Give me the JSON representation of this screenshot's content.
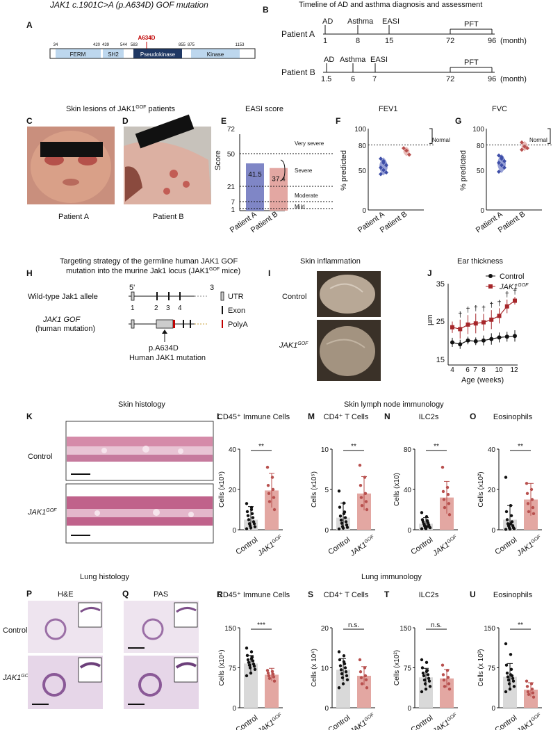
{
  "panels": {
    "A": {
      "label": "A",
      "title": "JAK1 c.1901C>A (p.A634D) GOF mutation",
      "ticks": [
        "34",
        "420",
        "439",
        "544",
        "583",
        "855",
        "875",
        "1153"
      ],
      "domains": [
        "FERM",
        "SH2",
        "Pseudokinase",
        "Kinase"
      ],
      "mutation": "A634D"
    },
    "B": {
      "label": "B",
      "title": "Timeline of AD and asthma diagnosis and assessment",
      "patient_a": "Patient A",
      "patient_b": "Patient B",
      "events_a": [
        "AD",
        "Asthma",
        "EASI",
        "PFT"
      ],
      "times_a": [
        "1",
        "8",
        "15",
        "72",
        "96",
        "(month)"
      ],
      "events_b": [
        "AD",
        "Asthma",
        "EASI",
        "PFT"
      ],
      "times_b": [
        "1.5",
        "6",
        "7",
        "72",
        "96",
        "(month)"
      ]
    },
    "CD": {
      "title": "Skin lesions of JAK1",
      "sup": "GOF",
      "title_end": " patients",
      "label_c": "C",
      "label_d": "D",
      "cap_c": "Patient A",
      "cap_d": "Patient B"
    },
    "E": {
      "label": "E",
      "title": "EASI score",
      "ylabel": "Score",
      "yticks": [
        "72",
        "50",
        "21",
        "7",
        "1"
      ],
      "cats": [
        "Patient A",
        "Patient B"
      ],
      "bands": [
        "Very severe",
        "Severe",
        "Moderate",
        "Mild"
      ]
    },
    "F": {
      "label": "F",
      "title": "FEV1",
      "ylabel": "% predicted",
      "yticks": [
        "100",
        "80",
        "50",
        "0"
      ],
      "cats": [
        "Patient A",
        "Patient B"
      ],
      "normal": "Normal"
    },
    "G": {
      "label": "G",
      "title": "FVC",
      "ylabel": "% predicted",
      "yticks": [
        "100",
        "80",
        "50",
        "0"
      ],
      "cats": [
        "Patient A",
        "Patient B"
      ],
      "normal": "Normal"
    },
    "H": {
      "label": "H",
      "title1": "Targeting strategy of the germline human JAK1 GOF",
      "title2": "mutation into the murine Jak1 locus (JAK1",
      "title2_sup": "GOF",
      "title2_end": " mice)",
      "wt": "Wild-type Jak1 allele",
      "gof1": "JAK1 GOF",
      "gof2": "(human mutation)",
      "five": "5'",
      "three": "3",
      "exons": [
        "1",
        "2",
        "3",
        "4"
      ],
      "mut1": "p.A634D",
      "mut2": "Human JAK1 mutation",
      "legend": [
        "UTR",
        "Exon",
        "PolyA"
      ]
    },
    "I": {
      "label": "I",
      "title": "Skin inflammation",
      "control": "Control",
      "gof": "JAK1",
      "gof_sup": "GOF"
    },
    "J": {
      "label": "J",
      "title": "Ear thickness",
      "ylabel": "µm",
      "xlabel": "Age (weeks)",
      "yticks": [
        "35",
        "25",
        "15"
      ],
      "xticks": [
        "4",
        "6",
        "7",
        "8",
        "10",
        "12"
      ],
      "legend_control": "Control",
      "legend_gof": "JAK1",
      "legend_gof_sup": "GOF",
      "sig": "†"
    },
    "K": {
      "label": "K",
      "title": "Skin histology",
      "control": "Control",
      "gof": "JAK1",
      "gof_sup": "GOF"
    },
    "LO": {
      "title": "Skin lymph node immunology"
    },
    "PQ": {
      "title": "Lung histology",
      "label_p": "P",
      "label_q": "Q",
      "sub_p": "H&E",
      "sub_q": "PAS",
      "control": "Control",
      "gof": "JAK1",
      "gof_sup": "GOF"
    },
    "RU": {
      "title": "Lung immunology"
    }
  },
  "chart_data": [
    {
      "panel": "E",
      "type": "bar",
      "categories": [
        "Patient A",
        "Patient B"
      ],
      "values": [
        41.5,
        37.4
      ],
      "ylim": [
        0,
        72
      ],
      "thresholds": [
        1,
        7,
        21,
        50
      ],
      "colors": [
        "#7f86c6",
        "#e3a7a2"
      ]
    },
    {
      "panel": "F",
      "type": "scatter",
      "title": "FEV1",
      "series": [
        {
          "name": "Patient A",
          "values": [
            63,
            58,
            55,
            52,
            49,
            46,
            44,
            60
          ]
        },
        {
          "name": "Patient B",
          "values": [
            76,
            73,
            68
          ]
        }
      ],
      "ylim": [
        0,
        100
      ],
      "normal_threshold": 80
    },
    {
      "panel": "G",
      "type": "scatter",
      "title": "FVC",
      "series": [
        {
          "name": "Patient A",
          "values": [
            67,
            63,
            60,
            58,
            55,
            52,
            47,
            65
          ]
        },
        {
          "name": "Patient B",
          "values": [
            83,
            78,
            76,
            74
          ]
        }
      ],
      "ylim": [
        0,
        100
      ],
      "normal_threshold": 80
    },
    {
      "panel": "J",
      "type": "line",
      "title": "Ear thickness",
      "x": [
        4,
        5,
        6,
        7,
        8,
        9,
        10,
        11,
        12
      ],
      "series": [
        {
          "name": "Control",
          "values": [
            19.5,
            19,
            20,
            19.8,
            20,
            20.4,
            20.8,
            21,
            21.2
          ],
          "err": [
            1.2,
            1.2,
            1.0,
            1.0,
            1.3,
            1.5,
            1.3,
            1.3,
            1.5
          ]
        },
        {
          "name": "JAK1GOF",
          "values": [
            23.5,
            23,
            24.2,
            24.5,
            24.8,
            25.5,
            26.5,
            29,
            30.5
          ],
          "err": [
            1.5,
            2.5,
            2.5,
            2.6,
            2.2,
            2.5,
            2.0,
            1.8,
            1.0
          ]
        }
      ],
      "ylim": [
        15,
        35
      ],
      "sig_at": [
        5,
        6,
        7,
        8,
        9,
        10,
        11,
        12
      ]
    },
    {
      "panel": "L",
      "type": "bar",
      "title": "CD45⁺ Immune Cells",
      "ylabel": "Cells (x10⁵)",
      "ylim": [
        0,
        40
      ],
      "yticks": [
        0,
        20,
        40
      ],
      "sig": "**",
      "categories": [
        "Control",
        "JAK1GOF"
      ],
      "means": [
        5,
        19.5
      ],
      "sd": [
        6.5,
        8.5
      ],
      "points": [
        [
          13,
          11,
          9,
          8,
          7,
          6,
          5,
          4,
          3,
          3,
          2,
          1.5,
          1,
          0.5,
          10
        ],
        [
          31,
          26,
          22,
          20,
          18,
          16,
          14,
          10
        ]
      ]
    },
    {
      "panel": "M",
      "type": "bar",
      "title": "CD4⁺ T Cells",
      "ylabel": "Cells (x10⁵)",
      "ylim": [
        0,
        10
      ],
      "yticks": [
        0,
        5,
        10
      ],
      "sig": "**",
      "categories": [
        "Control",
        "JAK1GOF"
      ],
      "means": [
        1.5,
        4.5
      ],
      "sd": [
        1.8,
        2.1
      ],
      "points": [
        [
          4.8,
          3.3,
          2.8,
          2.2,
          1.7,
          1.5,
          1.2,
          1.0,
          0.8,
          0.6,
          0.4,
          0.3,
          0.2,
          0.1,
          2.0
        ],
        [
          8,
          6.5,
          5.5,
          4.5,
          4,
          3.5,
          3,
          2.5
        ]
      ]
    },
    {
      "panel": "N",
      "type": "bar",
      "title": "ILC2s",
      "ylabel": "Cells (x10)",
      "ylim": [
        0,
        80
      ],
      "yticks": [
        0,
        40,
        80
      ],
      "sig": "**",
      "categories": [
        "Control",
        "JAK1GOF"
      ],
      "means": [
        6,
        32
      ],
      "sd": [
        6,
        16
      ],
      "points": [
        [
          17,
          13,
          10,
          9,
          8,
          7,
          6,
          5,
          4,
          3,
          2,
          2,
          1,
          1,
          3
        ],
        [
          62,
          42,
          38,
          35,
          30,
          26,
          22,
          15
        ]
      ]
    },
    {
      "panel": "O",
      "type": "bar",
      "title": "Eosinophils",
      "ylabel": "Cells (x10²)",
      "ylim": [
        0,
        40
      ],
      "yticks": [
        0,
        20,
        40
      ],
      "sig": "**",
      "categories": [
        "Control",
        "JAK1GOF"
      ],
      "means": [
        5,
        15
      ],
      "sd": [
        7,
        8
      ],
      "points": [
        [
          26,
          12,
          9,
          7,
          5,
          4,
          3,
          2,
          2,
          1,
          1,
          0.5,
          0.3,
          0.2,
          3
        ],
        [
          23,
          20,
          18,
          15,
          13,
          11,
          9,
          8
        ]
      ]
    },
    {
      "panel": "R",
      "type": "bar",
      "title": "CD45⁺ Immune Cells",
      "ylabel": "Cells (x10⁴)",
      "ylim": [
        0,
        150
      ],
      "yticks": [
        0,
        75,
        150
      ],
      "sig": "***",
      "categories": [
        "Control",
        "JAK1GOF"
      ],
      "means": [
        83,
        62
      ],
      "sd": [
        15,
        12
      ],
      "points": [
        [
          112,
          105,
          98,
          95,
          90,
          88,
          85,
          82,
          80,
          78,
          75,
          72,
          65,
          60,
          92
        ],
        [
          70,
          68,
          65,
          63,
          60,
          58,
          55,
          50
        ]
      ]
    },
    {
      "panel": "S",
      "type": "bar",
      "title": "CD4⁺ T Cells",
      "ylabel": "Cells (x 10⁴)",
      "ylim": [
        0,
        20
      ],
      "yticks": [
        0,
        10,
        20
      ],
      "sig": "n.s.",
      "categories": [
        "Control",
        "JAK1GOF"
      ],
      "means": [
        9.5,
        8
      ],
      "sd": [
        2.8,
        2.3
      ],
      "points": [
        [
          14,
          13,
          12,
          11,
          10.5,
          10,
          9.5,
          9,
          8.5,
          8,
          7.5,
          7,
          6,
          5,
          11.5
        ],
        [
          12,
          10,
          9,
          8,
          7.5,
          7,
          6,
          5
        ]
      ]
    },
    {
      "panel": "T",
      "type": "bar",
      "title": "ILC2s",
      "ylabel": "Cells (x10²)",
      "ylim": [
        0,
        150
      ],
      "yticks": [
        0,
        75,
        150
      ],
      "sig": "n.s.",
      "categories": [
        "Control",
        "JAK1GOF"
      ],
      "means": [
        57,
        55
      ],
      "sd": [
        17,
        17
      ],
      "points": [
        [
          90,
          85,
          75,
          70,
          65,
          62,
          60,
          55,
          52,
          50,
          45,
          40,
          35,
          30,
          68
        ],
        [
          80,
          70,
          62,
          57,
          52,
          45,
          40,
          35
        ]
      ]
    },
    {
      "panel": "U",
      "type": "bar",
      "title": "Eosinophils",
      "ylabel": "Cells (x 10³)",
      "ylim": [
        0,
        150
      ],
      "yticks": [
        0,
        75,
        150
      ],
      "sig": "**",
      "categories": [
        "Control",
        "JAK1GOF"
      ],
      "means": [
        58,
        34
      ],
      "sd": [
        25,
        13
      ],
      "points": [
        [
          120,
          100,
          80,
          72,
          65,
          60,
          58,
          55,
          52,
          50,
          45,
          40,
          35,
          30,
          62
        ],
        [
          50,
          45,
          40,
          35,
          30,
          28,
          25,
          20
        ]
      ]
    }
  ],
  "mini_panels": [
    {
      "label": "L"
    },
    {
      "label": "M"
    },
    {
      "label": "N"
    },
    {
      "label": "O"
    },
    {
      "label": "R"
    },
    {
      "label": "S"
    },
    {
      "label": "T"
    },
    {
      "label": "U"
    }
  ],
  "mini_xlabels": {
    "control": "Control",
    "gof": "JAK1",
    "gof_sup": "GOF"
  },
  "colors": {
    "control_bar": "#d9d9d9",
    "gof_bar": "#e3a7a2",
    "gof_line": "#a6262a",
    "blue": "#3e4ea8",
    "red": "#b8504e"
  }
}
